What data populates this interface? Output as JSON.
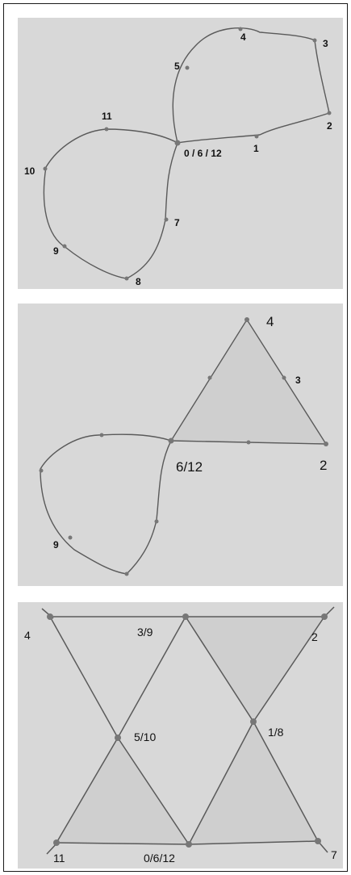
{
  "colors": {
    "background": "#d8d8d8",
    "wire": "#5a5a5a",
    "triangle_fill": "#cfcfcf",
    "frame": "#1a1a1a"
  },
  "panel1": {
    "labels": {
      "l0": "0 / 6 / 12",
      "l1": "1",
      "l2": "2",
      "l3": "3",
      "l4": "4",
      "l5": "5",
      "l7": "7",
      "l8": "8",
      "l9": "9",
      "l10": "10",
      "l11": "11"
    }
  },
  "panel2": {
    "labels": {
      "l2": "2",
      "l3": "3",
      "l4": "4",
      "l6": "6/12",
      "l9": "9"
    }
  },
  "panel3": {
    "labels": {
      "l4": "4",
      "l39": "3/9",
      "l2": "2",
      "l510": "5/10",
      "l18": "1/8",
      "l11": "11",
      "l0612": "0/6/12",
      "l7": "7"
    }
  }
}
